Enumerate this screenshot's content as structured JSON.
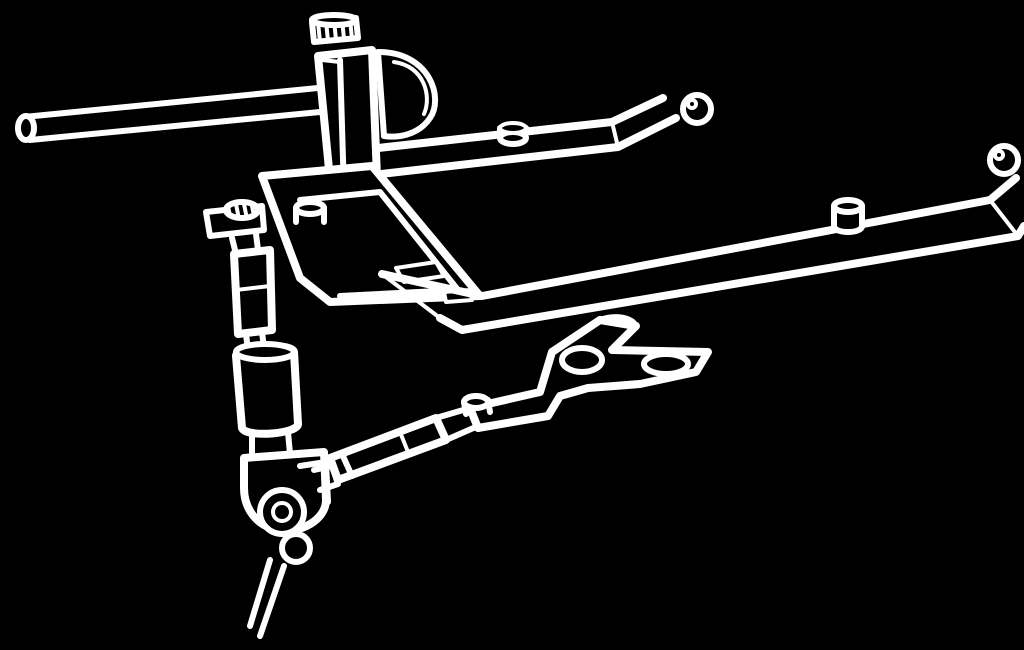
{
  "colors": {
    "background": "#000000",
    "line": "#ffffff",
    "fill": "#000000"
  },
  "components": [
    "horizontal-rod",
    "vertical-post",
    "adjustment-knob",
    "curved-shield",
    "upper-arm",
    "lower-arm",
    "ball-end-upper",
    "ball-end-lower",
    "arm-knob-upper",
    "arm-knob-lower",
    "base-plate",
    "side-clamp",
    "vertical-joint",
    "swivel-joint",
    "connecting-rod",
    "forked-bracket",
    "stylus-pin"
  ]
}
